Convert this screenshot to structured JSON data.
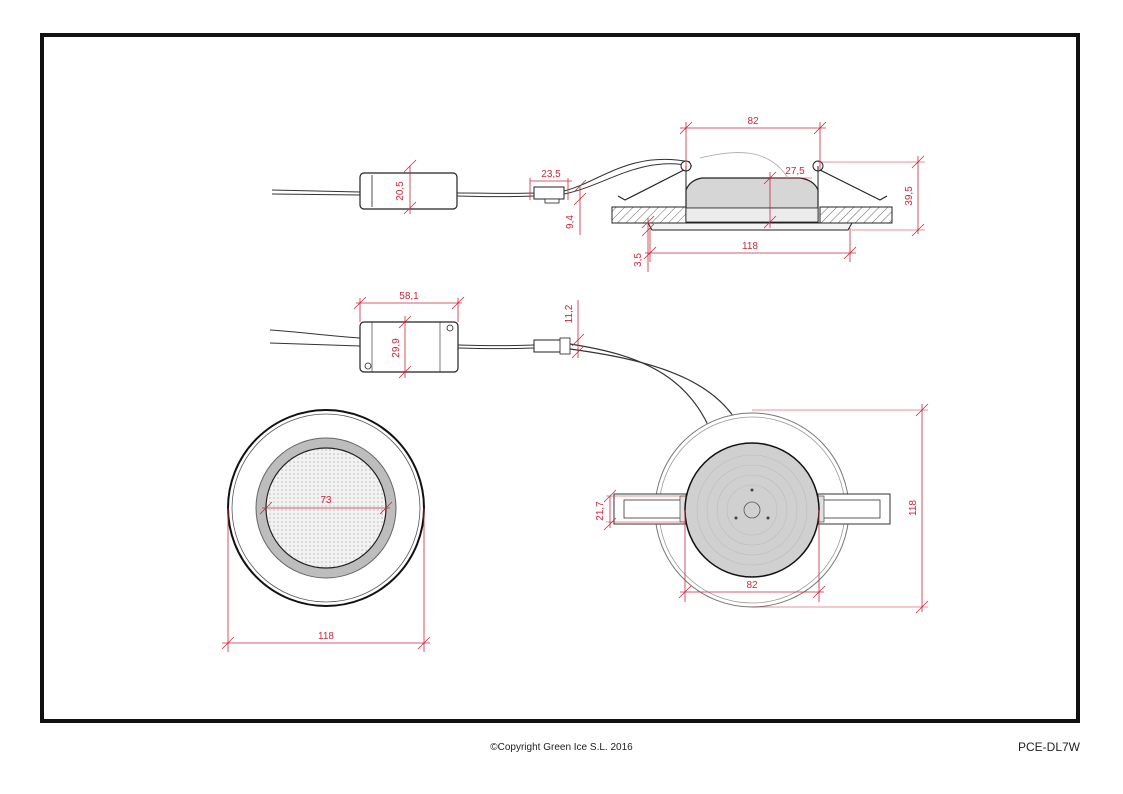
{
  "colors": {
    "dimension": "#c8283c",
    "outline": "#222222",
    "frame": "#111111",
    "fill_light": "#dcdcdc",
    "fill_mid": "#bdbdbd"
  },
  "dimensions": {
    "side_width": "82",
    "driver_height_side": "20,5",
    "connector_length": "23,5",
    "connector_height": "9,4",
    "body_height": "27,5",
    "total_height": "39,5",
    "flange_thickness": "3,5",
    "flange_diameter_side": "118",
    "driver_length": "58,1",
    "driver_width": "29,9",
    "connector_width": "11,2",
    "lens_diameter": "73",
    "front_diameter": "118",
    "clip_width": "21,7",
    "rear_body_diameter": "82",
    "rear_diameter": "118"
  },
  "footer": {
    "copyright": "©Copyright Green Ice S.L. 2016",
    "product_code": "PCE-DL7W"
  }
}
